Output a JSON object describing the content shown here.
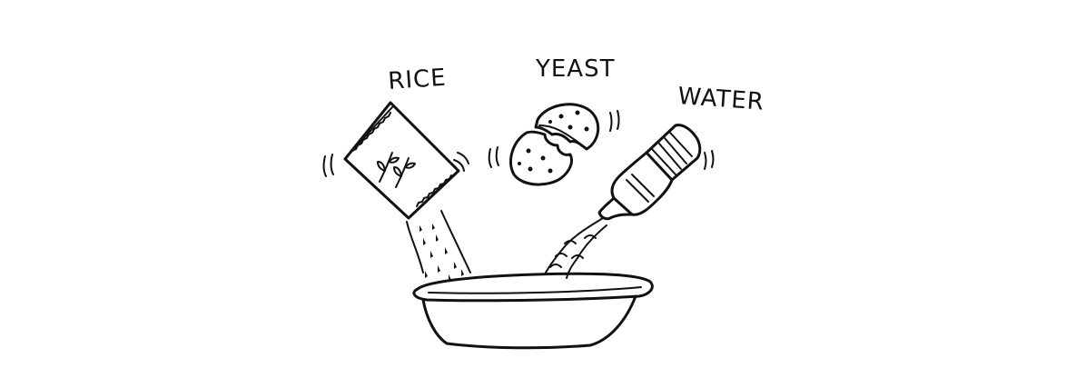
{
  "labels": {
    "rice": "RICE",
    "yeast": "YEAST",
    "water": "WATER"
  },
  "colors": {
    "ink": "#111111",
    "background": "#ffffff"
  }
}
